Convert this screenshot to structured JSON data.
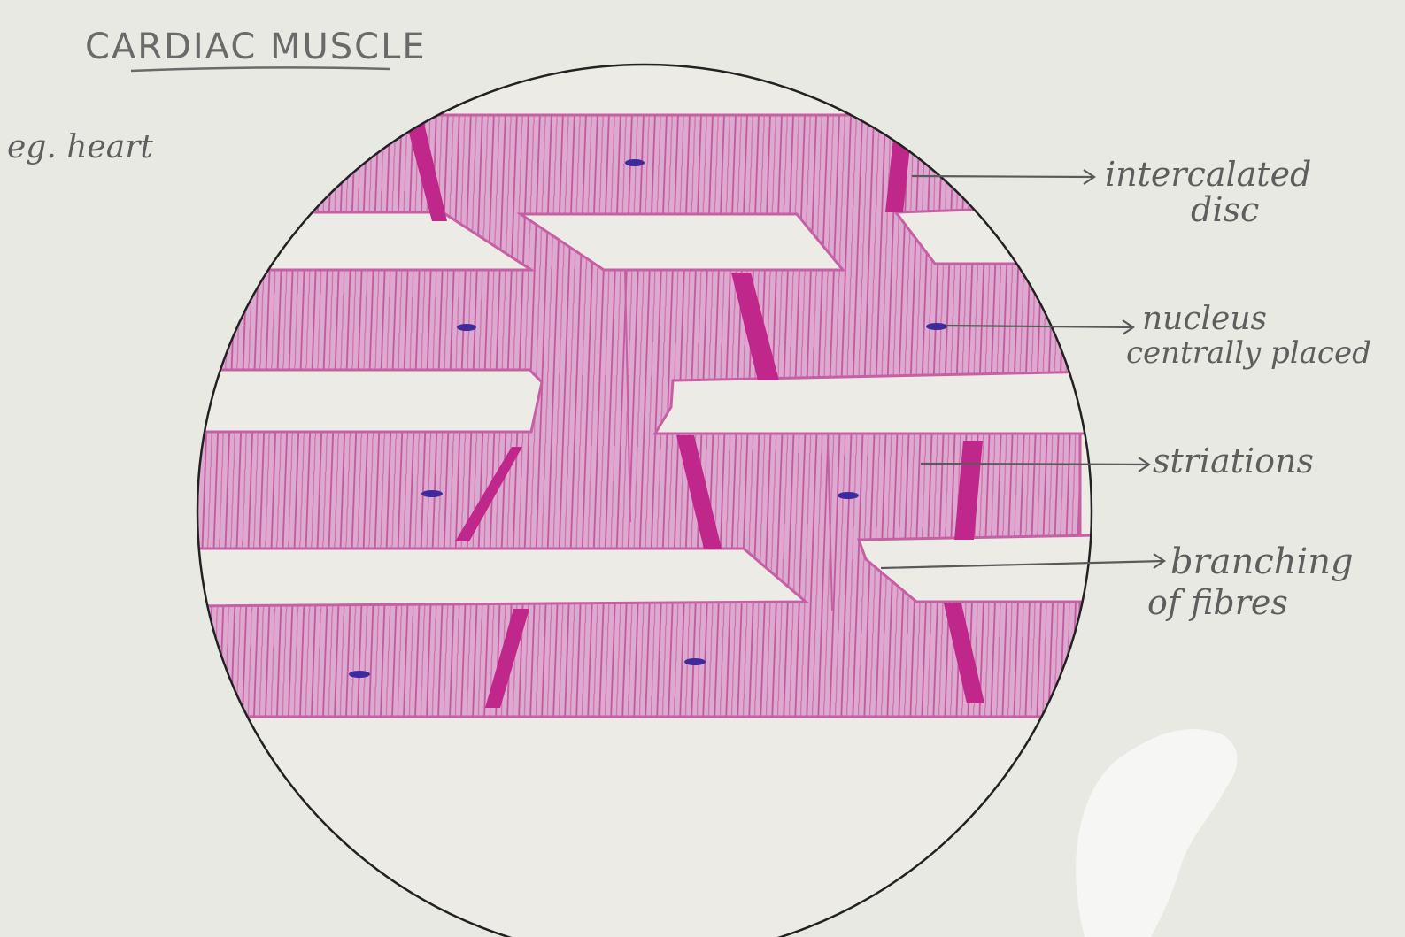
{
  "diagram": {
    "title": "CARDIAC MUSCLE",
    "example": "eg. heart",
    "labels": [
      {
        "id": "intercalated-disc",
        "lines": [
          "intercalated",
          "disc"
        ]
      },
      {
        "id": "nucleus",
        "lines": [
          "nucleus",
          "centrally placed"
        ]
      },
      {
        "id": "striations",
        "lines": [
          "striations"
        ]
      },
      {
        "id": "branching",
        "lines": [
          "branching",
          "of fibres"
        ]
      }
    ],
    "colors": {
      "paper": "#e9e9e4",
      "fibre": "#d9a6cb",
      "striation": "#c75fa4",
      "disc": "#c0278a",
      "nucleus": "#3d2a9c",
      "ink": "#5e5e5e",
      "outline": "#222222"
    }
  }
}
